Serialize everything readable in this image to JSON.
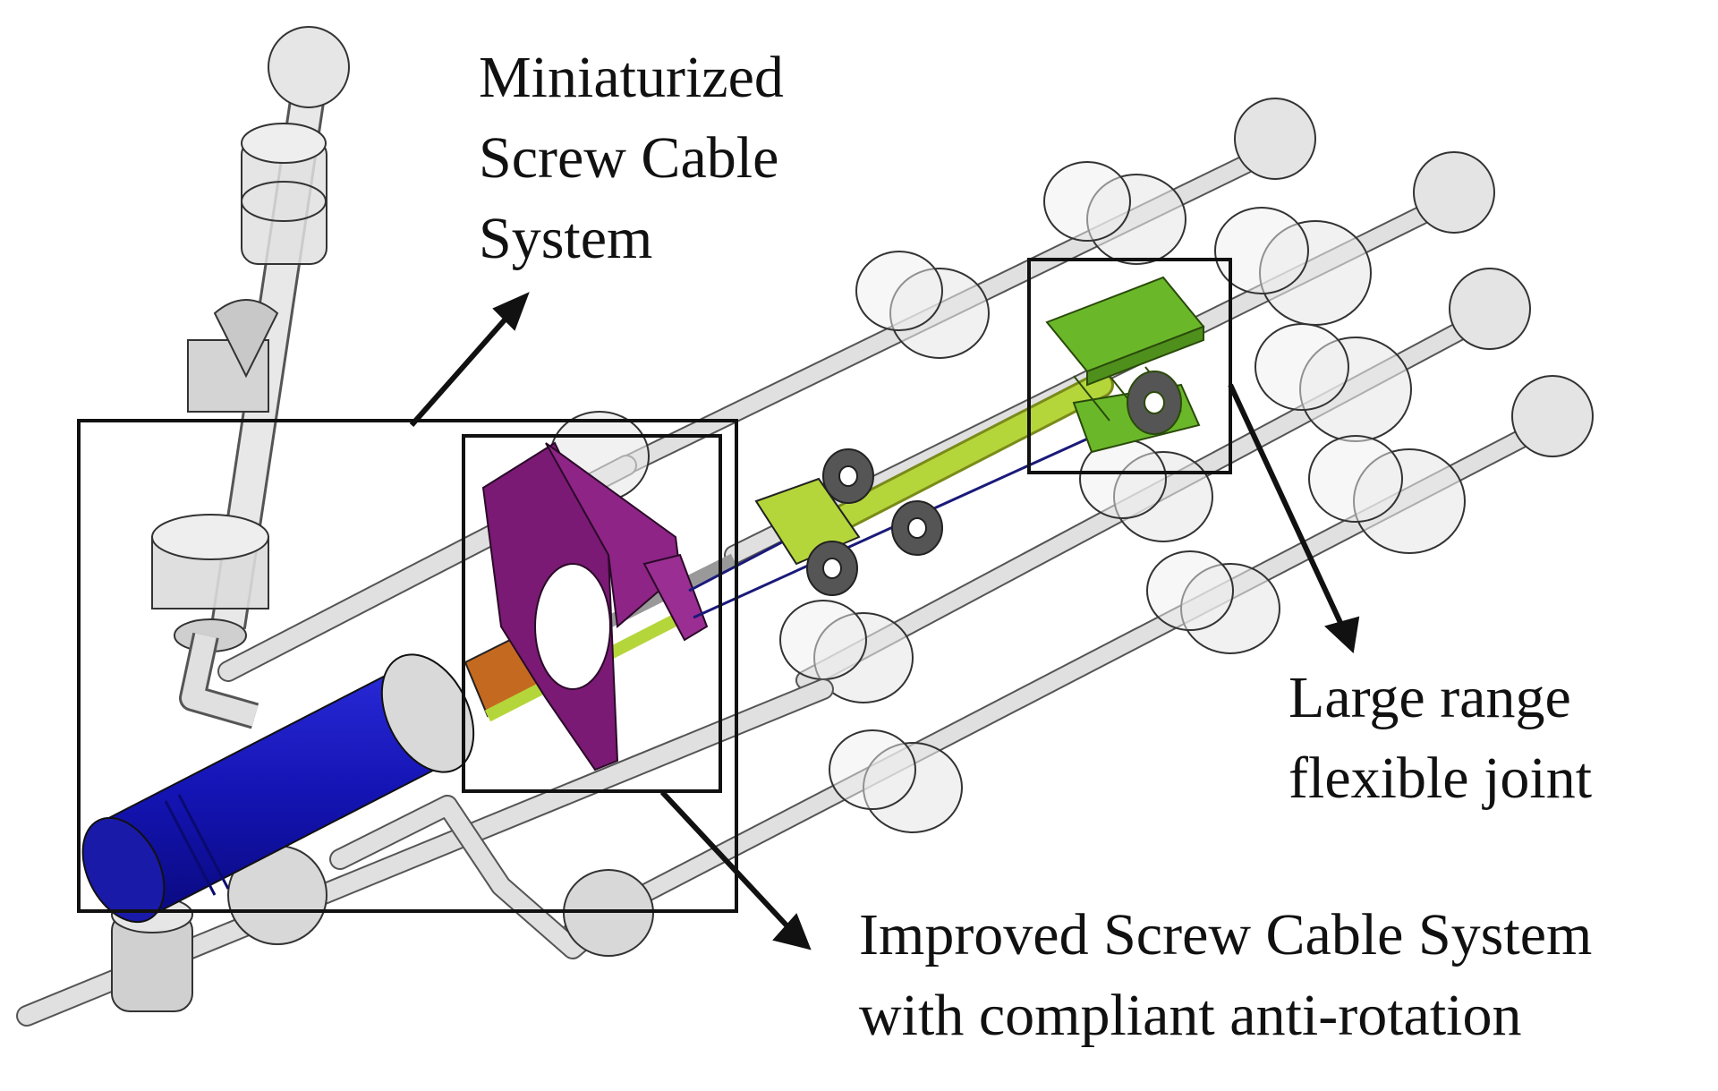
{
  "colors": {
    "background": "#ffffff",
    "outline": "#111111",
    "frame_gray": "#d6d6d6",
    "motor_blue": "#1414b4",
    "bracket_purple": "#7a1a74",
    "joint_green": "#6ab82a",
    "shaft_green": "#b5d63a",
    "coupler_orange": "#c46a20",
    "coupler_yellow": "#e6d22a",
    "cable_navy": "#1a1a7a"
  },
  "labels": {
    "miniaturized": {
      "line1": "Miniaturized",
      "line2": "Screw Cable",
      "line3": "System"
    },
    "large_range": {
      "line1": "Large range",
      "line2": "flexible joint"
    },
    "improved": {
      "line1": "Improved Screw Cable System",
      "line2": "with compliant anti-rotation"
    }
  }
}
